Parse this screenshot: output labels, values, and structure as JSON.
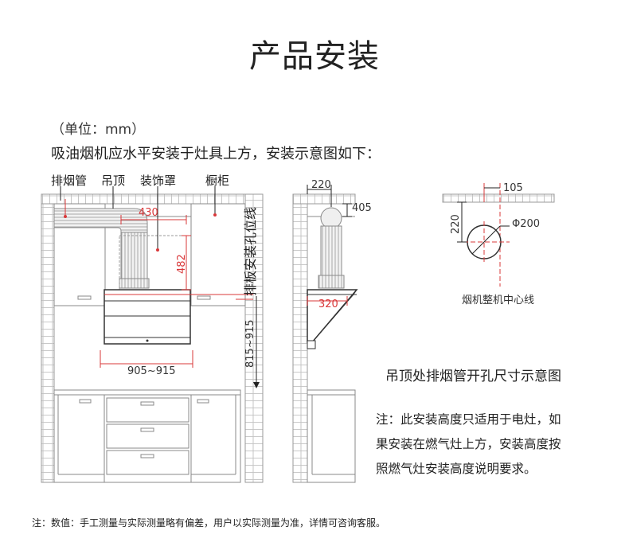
{
  "title": "产品安装",
  "unit": "（单位：mm）",
  "intro": "吸油烟机应水平安装于灶具上方，安装示意图如下：",
  "labels": {
    "exhaust_pipe": "排烟管",
    "ceiling": "吊顶",
    "cover": "装饰罩",
    "cabinet": "橱柜",
    "vent_line": "排板安装孔位线"
  },
  "dimensions": {
    "d430": "430",
    "d482": "482",
    "d905_915": "905~915",
    "d815_915": "815~915",
    "d220_top": "220",
    "d405": "405",
    "d320": "320",
    "d105": "105",
    "d220_side": "220",
    "phi200": "Φ200"
  },
  "hole_label": "烟机整机中心线",
  "hole_caption": "吊顶处排烟管开孔尺寸示意图",
  "note": [
    "注：此安装高度只适用于电灶，如",
    "果安装在燃气灶上方，安装高度按",
    "照燃气灶安装高度说明要求。"
  ],
  "footer": "注：数值：手工测量与实际测量略有偏差，用户以实际测量为准，详情可咨询客服。",
  "colors": {
    "dimension_red": "#d9383a",
    "wall_gray": "#999999",
    "line_gray": "#888888"
  }
}
